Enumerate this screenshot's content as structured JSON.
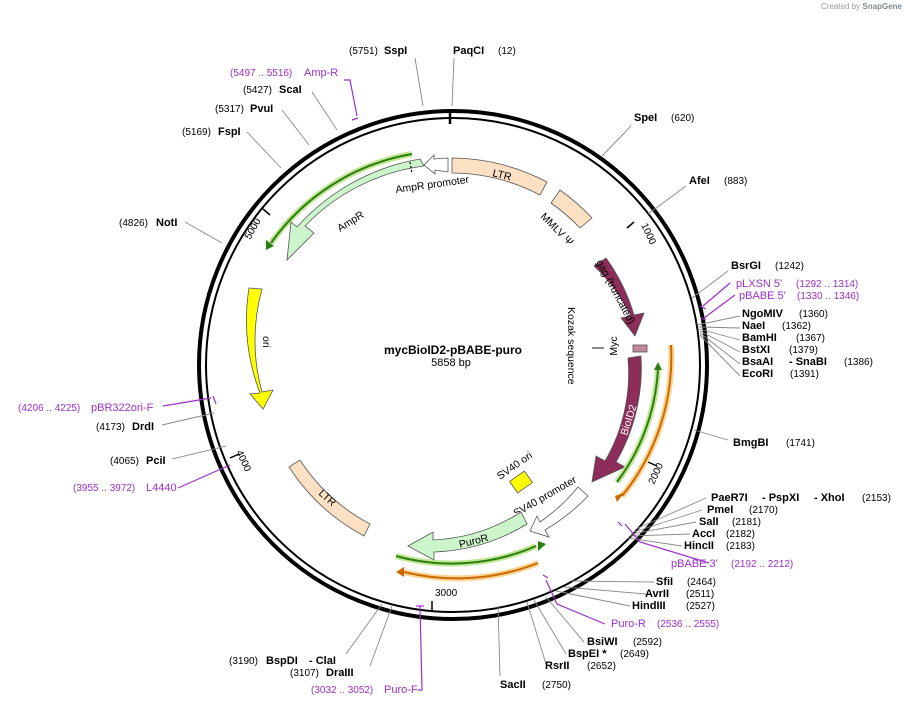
{
  "credit": {
    "prefix": "Created by",
    "brand": "SnapGene"
  },
  "plasmid": {
    "name": "mycBioID2-pBABE-puro",
    "length_label": "5858 bp",
    "length": 5858
  },
  "colors": {
    "backbone": "#000000",
    "ltr": "#fbe0c3",
    "ampr": "#ccf5cc",
    "ori": "#ffff00",
    "bioid2": "#8c2d5a",
    "gag": "#8c2d5a",
    "puror": "#ccf5cc",
    "primer": "#9b30c8",
    "orf_green": "#2a7f10",
    "orf_orange": "#cc6a00"
  },
  "tick_labels": [
    "1000",
    "2000",
    "3000",
    "4000",
    "5000"
  ],
  "features": [
    {
      "key": "ltr1",
      "label": "LTR",
      "color": "#fbe0c3"
    },
    {
      "key": "mmlv",
      "label": "MMLV Ψ",
      "color": "#fbe0c3"
    },
    {
      "key": "gag",
      "label": "gag (truncated)",
      "color": "#8c2d5a"
    },
    {
      "key": "kozak",
      "label": "Kozak sequence",
      "color": "#888888"
    },
    {
      "key": "myc",
      "label": "Myc",
      "color": "#c4889c"
    },
    {
      "key": "bioid2",
      "label": "BioID2",
      "color": "#8c2d5a"
    },
    {
      "key": "sv40ori",
      "label": "SV40 ori",
      "color": "#ffff00"
    },
    {
      "key": "sv40prom",
      "label": "SV40 promoter",
      "color": "#ffffff"
    },
    {
      "key": "puror",
      "label": "PuroR",
      "color": "#ccf5cc"
    },
    {
      "key": "ltr2",
      "label": "LTR",
      "color": "#fbe0c3"
    },
    {
      "key": "ori",
      "label": "ori",
      "color": "#ffff00"
    },
    {
      "key": "ampr",
      "label": "AmpR",
      "color": "#ccf5cc"
    },
    {
      "key": "amprprom",
      "label": "AmpR promoter",
      "color": "#ffffff"
    }
  ],
  "sites": [
    {
      "name": "SspI",
      "pos": "(5751)"
    },
    {
      "name": "PaqCI",
      "pos": "(12)"
    },
    {
      "name": "SpeI",
      "pos": "(620)"
    },
    {
      "name": "AfeI",
      "pos": "(883)"
    },
    {
      "name": "BsrGI",
      "pos": "(1242)"
    },
    {
      "name": "NgoMIV",
      "pos": "(1360)"
    },
    {
      "name": "NaeI",
      "pos": "(1362)"
    },
    {
      "name": "BamHI",
      "pos": "(1367)"
    },
    {
      "name": "BstXI",
      "pos": "(1379)"
    },
    {
      "name": "BsaAI",
      "name2": "- SnaBI",
      "pos": "(1386)"
    },
    {
      "name": "EcoRI",
      "pos": "(1391)"
    },
    {
      "name": "BmgBI",
      "pos": "(1741)"
    },
    {
      "name": "PaeR7I",
      "name2": "- PspXI",
      "name3": "- XhoI",
      "pos": "(2153)"
    },
    {
      "name": "PmeI",
      "pos": "(2170)"
    },
    {
      "name": "SalI",
      "pos": "(2181)"
    },
    {
      "name": "AccI",
      "pos": "(2182)"
    },
    {
      "name": "HincII",
      "pos": "(2183)"
    },
    {
      "name": "SfiI",
      "pos": "(2464)"
    },
    {
      "name": "AvrII",
      "pos": "(2511)"
    },
    {
      "name": "HindIII",
      "pos": "(2527)"
    },
    {
      "name": "BsiWI",
      "pos": "(2592)"
    },
    {
      "name": "BspEI *",
      "pos": "(2649)"
    },
    {
      "name": "RsrII",
      "pos": "(2652)"
    },
    {
      "name": "SacII",
      "pos": "(2750)"
    },
    {
      "name": "DraIII",
      "pos": "(3107)"
    },
    {
      "name": "BspDI",
      "name2": "- ClaI",
      "pos": "(3190)"
    },
    {
      "name": "PciI",
      "pos": "(4065)"
    },
    {
      "name": "DrdI",
      "pos": "(4173)"
    },
    {
      "name": "NotI",
      "pos": "(4826)"
    },
    {
      "name": "FspI",
      "pos": "(5169)"
    },
    {
      "name": "PvuI",
      "pos": "(5317)"
    },
    {
      "name": "ScaI",
      "pos": "(5427)"
    }
  ],
  "primers": [
    {
      "name": "Amp-R",
      "range": "(5497 .. 5516)"
    },
    {
      "name": "pLXSN 5'",
      "range": "(1292 .. 1314)"
    },
    {
      "name": "pBABE 5'",
      "range": "(1330 .. 1346)"
    },
    {
      "name": "pBABE 3'",
      "range": "(2192 .. 2212)"
    },
    {
      "name": "Puro-R",
      "range": "(2536 .. 2555)"
    },
    {
      "name": "Puro-F",
      "range": "(3032 .. 3052)"
    },
    {
      "name": "L4440",
      "range": "(3955 .. 3972)"
    },
    {
      "name": "pBR322ori-F",
      "range": "(4206 .. 4225)"
    }
  ]
}
